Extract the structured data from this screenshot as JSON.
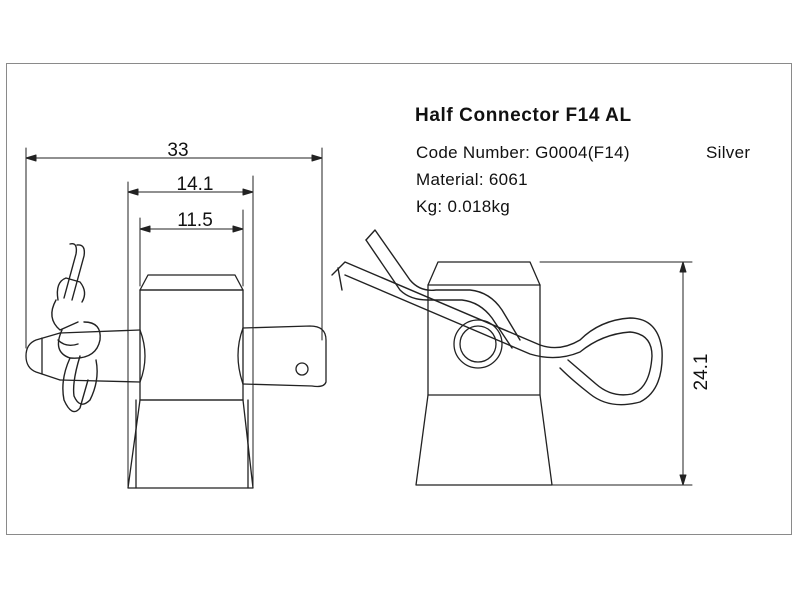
{
  "title": "Half Connector F14 AL",
  "code_line": "Code Number: G0004(F14)",
  "color_label": "Silver",
  "material_line": "Material: 6061",
  "weight_line": "Kg: 0.018kg",
  "dimensions": {
    "overall_width": "33",
    "body_width": "14.1",
    "top_width": "11.5",
    "height": "24.1"
  }
}
